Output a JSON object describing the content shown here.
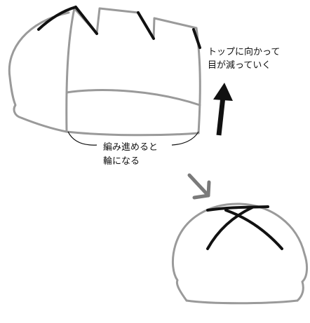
{
  "annotations": {
    "top_note_line1": "トップに向かって",
    "top_note_line2": "目が減っていく",
    "bottom_note_line1": "編み進めると",
    "bottom_note_line2": "輪になる"
  },
  "colors": {
    "outline": "#9a9a9a",
    "edge": "#111111",
    "diagonal_arrow": "#7a7a7a",
    "text": "#111111"
  }
}
